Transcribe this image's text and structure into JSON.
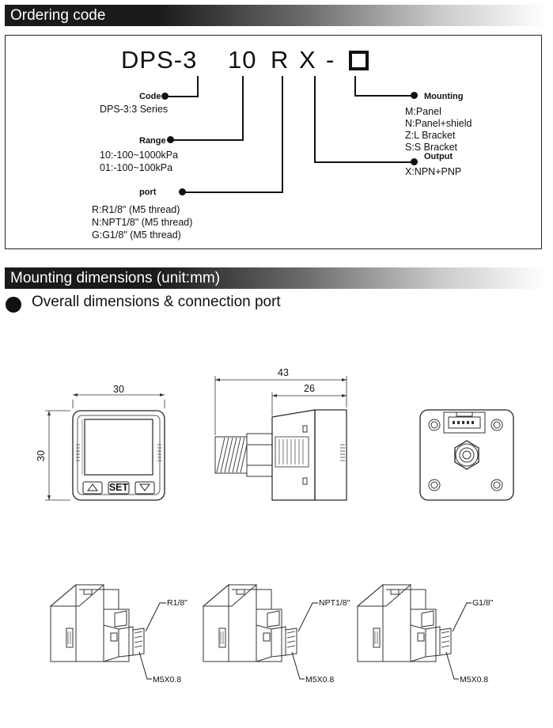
{
  "ordering": {
    "header": "Ordering code",
    "code_parts": {
      "series": "DPS-3",
      "range": "10",
      "port": "R",
      "output": "X",
      "dash": "-"
    },
    "code": {
      "label": "Code",
      "items": [
        "DPS-3:3 Series"
      ]
    },
    "range": {
      "label": "Range",
      "items": [
        "10:-100~1000kPa",
        "01:-100~100kPa"
      ]
    },
    "port": {
      "label": "port",
      "items": [
        "R:R1/8\" (M5 thread)",
        "N:NPT1/8\" (M5 thread)",
        "G:G1/8\" (M5 thread)"
      ]
    },
    "mounting": {
      "label": "Mounting",
      "items": [
        "M:Panel",
        "N:Panel+shield",
        "Z:L Bracket",
        "S:S Bracket"
      ]
    },
    "output": {
      "label": "Output",
      "items": [
        "X:NPN+PNP"
      ]
    }
  },
  "mounting_dims": {
    "header": "Mounting dimensions (unit:mm)",
    "subtitle": "Overall dimensions & connection port",
    "front": {
      "width": "30",
      "height": "30",
      "button_set": "SET"
    },
    "side": {
      "overall": "43",
      "body": "26"
    },
    "callouts": [
      {
        "thread": "R1/8\"",
        "port": "M5X0.8"
      },
      {
        "thread": "NPT1/8\"",
        "port": "M5X0.8"
      },
      {
        "thread": "G1/8\"",
        "port": "M5X0.8"
      }
    ]
  }
}
